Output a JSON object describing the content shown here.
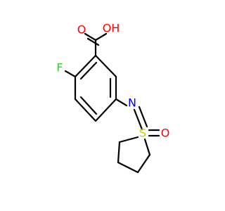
{
  "molecule": {
    "atoms": {
      "oh": {
        "text": "OH",
        "color": "#ff0000"
      },
      "carbonyl_o": {
        "text": "O",
        "color": "#ff0000"
      },
      "fluorine": {
        "text": "F",
        "color": "#33cc33"
      },
      "nitrogen": {
        "text": "N",
        "color": "#0000ff"
      },
      "sulfur": {
        "text": "S",
        "color": "#cccc00"
      },
      "sulfoxide_o": {
        "text": "O",
        "color": "#ff0000"
      }
    }
  }
}
